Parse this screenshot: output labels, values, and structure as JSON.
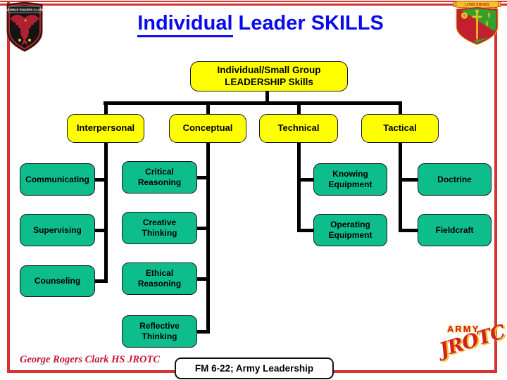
{
  "slide": {
    "title": {
      "word_underlined": "Individual",
      "rest": "Leader SKILLS"
    },
    "colors": {
      "title_blue": "#0A0AF0",
      "box_yellow": "#FFFF00",
      "box_green": "#0EBD8C",
      "border_red": "#D63333",
      "footer_red": "#C01838",
      "connector_black": "#000000"
    },
    "header_logos": {
      "left_crest_text": "GEORGE ROGERS CLARK",
      "right_crest_banner": "LONG KNIVES"
    },
    "tree": {
      "root": {
        "line1": "Individual/Small Group",
        "line2": "LEADERSHIP Skills"
      },
      "branches": [
        {
          "label": "Interpersonal",
          "children": [
            "Communicating",
            "Supervising",
            "Counseling"
          ]
        },
        {
          "label": "Conceptual",
          "children": [
            "Critical Reasoning",
            "Creative Thinking",
            "Ethical Reasoning",
            "Reflective Thinking"
          ]
        },
        {
          "label": "Technical",
          "children": [
            "Knowing Equipment",
            "Operating Equipment"
          ]
        },
        {
          "label": "Tactical",
          "children": [
            "Doctrine",
            "Fieldcraft"
          ]
        }
      ]
    },
    "footer": {
      "school": "George Rogers Clark HS JROTC",
      "reference": "FM 6-22;  Army Leadership",
      "logo": {
        "army": "ARMY",
        "jrotc": "JROTC"
      }
    }
  }
}
